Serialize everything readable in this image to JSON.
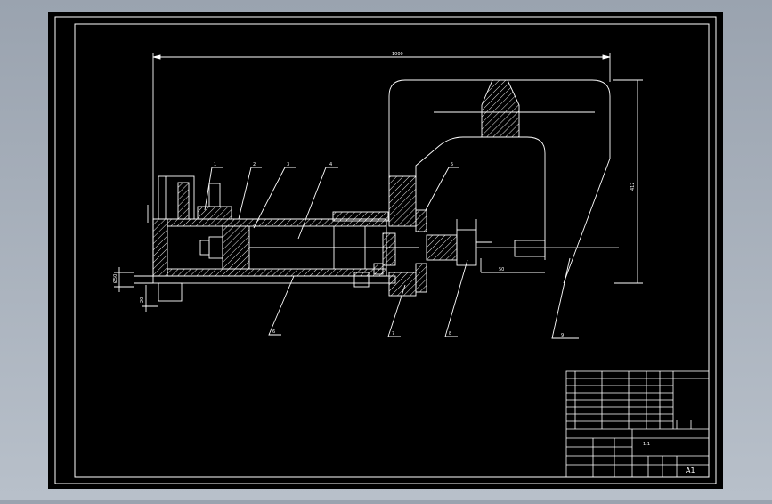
{
  "colors": {
    "viewport_bg": "#9aa3af",
    "sheet_bg": "#000000",
    "line": "#ffffff",
    "cut_line": "#c0c0c0"
  },
  "drawing": {
    "dimensions": {
      "overall_length": "1000",
      "frame_height": "412",
      "jaw_offset": "50",
      "rod_diameter": "Ø50",
      "base_thickness": "20"
    },
    "leaders": [
      {
        "label": "1"
      },
      {
        "label": "2"
      },
      {
        "label": "3"
      },
      {
        "label": "4"
      },
      {
        "label": "5"
      },
      {
        "label": "6"
      },
      {
        "label": "7"
      },
      {
        "label": "8"
      },
      {
        "label": "9"
      }
    ]
  },
  "title_block": {
    "sheet_size": "A1",
    "scale": "1:1"
  }
}
